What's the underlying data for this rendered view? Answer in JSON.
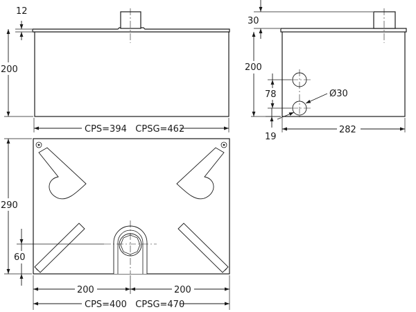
{
  "dims": {
    "lid_thickness": "12",
    "height_front": "200",
    "width_front": "CPS=394   CPSG=462",
    "neck_side": "30",
    "height_side": "200",
    "hole_spacing": "78",
    "hole_diameter": "Ø30",
    "hole_bottom": "19",
    "depth_side": "282",
    "depth_top": "290",
    "outlet_offset": "60",
    "half_width_left": "200",
    "half_width_right": "200",
    "width_top": "CPS=400   CPSG=470"
  },
  "colors": {
    "line": "#1a1a1a",
    "background": "#ffffff"
  }
}
